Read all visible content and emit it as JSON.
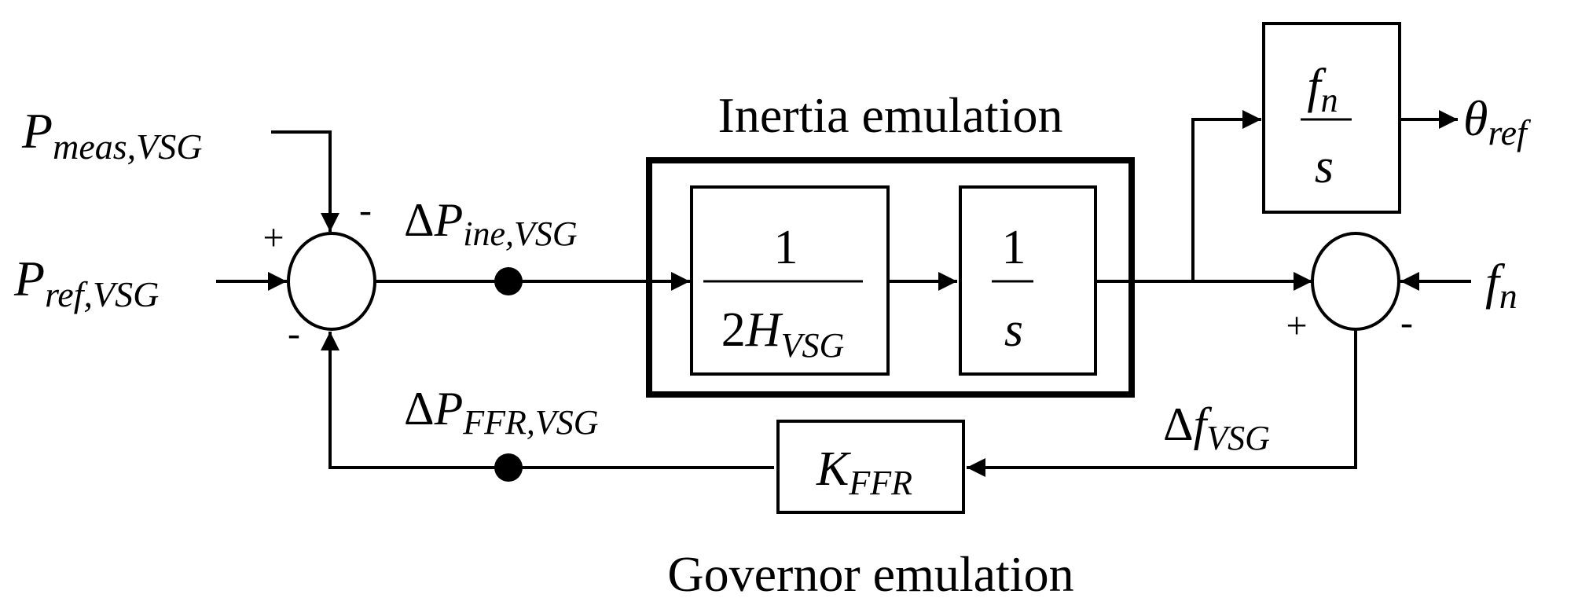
{
  "labels": {
    "inertia_title": "Inertia emulation",
    "governor_title": "Governor emulation"
  },
  "signals": {
    "p_meas": {
      "main": "P",
      "sub": "meas,VSG"
    },
    "p_ref": {
      "main": "P",
      "sub": "ref,VSG"
    },
    "delta_p_ine": {
      "delta": "Δ",
      "main": "P",
      "sub": "ine,VSG"
    },
    "delta_p_ffr": {
      "delta": "Δ",
      "main": "P",
      "sub": "FFR,VSG"
    },
    "delta_f_vsg": {
      "delta": "Δ",
      "main": "f",
      "sub": "VSG"
    },
    "f_n_in": {
      "main": "f",
      "sub": "n"
    },
    "theta_ref": {
      "main": "θ",
      "sub": "ref"
    }
  },
  "blocks": {
    "inertia_gain": {
      "numerator": "1",
      "denominator_prefix": "2",
      "denominator_main": "H",
      "denominator_sub": "VSG"
    },
    "integrator": {
      "numerator": "1",
      "denominator": "s"
    },
    "angle_integrator": {
      "numerator_main": "f",
      "numerator_sub": "n",
      "denominator": "s"
    },
    "ffr_gain": {
      "main": "K",
      "sub": "FFR"
    }
  },
  "signs": {
    "sum1_left": "+",
    "sum1_top": "-",
    "sum1_bottom": "-",
    "sum2_left": "+",
    "sum2_right": "-"
  }
}
